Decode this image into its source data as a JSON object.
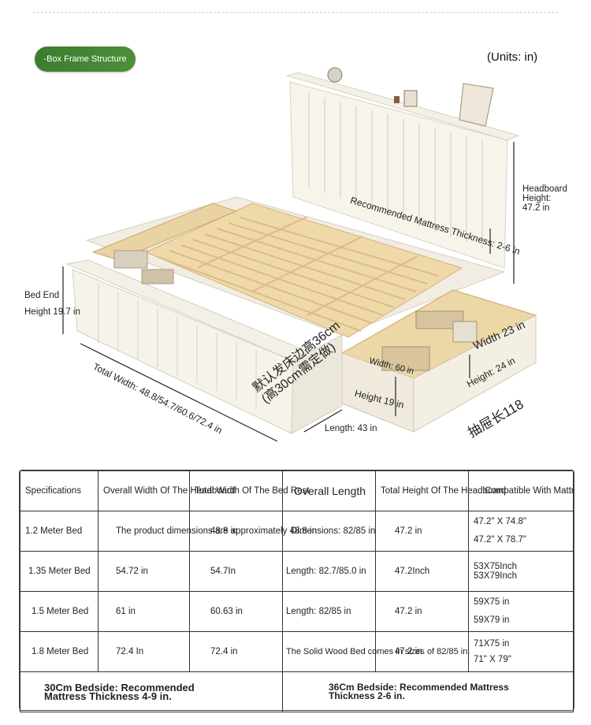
{
  "header": {
    "badge_label": "-Box Frame Structure",
    "units": "(Units: in)"
  },
  "figure": {
    "headboard_height": [
      "Headboard",
      "Height:",
      "47.2 in"
    ],
    "mattress_thickness": "Recommended Mattress Thickness: 2-6 in",
    "bed_end_height": [
      "Bed End",
      "Height 19.7 in"
    ],
    "total_width": "Total Width: 48.8/54.7/60.6/72.4 in",
    "default_bedside": [
      "默认发床边高36cm",
      "(高30cm需定做)"
    ],
    "drawer_width_outer": "Width 23 in",
    "drawer_width_inner": "Width: 60 in",
    "drawer_height_24": "Height: 24 in",
    "drawer_height_19": "Height 19 in",
    "drawer_length_118": "抽屉长118",
    "drawer_length": "Length: 43 in"
  },
  "table": {
    "headers": [
      "Specifications",
      "Overall Width Of The Headboard",
      "Total Width Of The Bed Rest",
      "Overall Length",
      "Total Height Of The Headboard",
      "Compatible With Mattress"
    ],
    "rows": [
      {
        "spec": "1.2 Meter Bed",
        "overall_width": "The product dimensions are approximately 48.8 in",
        "total_width": "48.8 in",
        "length": "Dimensions: 82/85 in",
        "height": "47.2 in",
        "mattress": [
          "47.2\" X 74.8\"",
          "47.2\" X 78.7\""
        ]
      },
      {
        "spec": "1.35 Meter Bed",
        "overall_width": "54.72 in",
        "total_width": "54.7In",
        "length": "Length: 82.7/85.0 in",
        "height": "47.2Inch",
        "mattress": [
          "53X75Inch",
          "53X79Inch"
        ]
      },
      {
        "spec": "1.5 Meter Bed",
        "overall_width": "61 in",
        "total_width": "60.63 in",
        "length": "Length: 82/85 in",
        "height": "47.2 in",
        "mattress": [
          "59X75 in",
          "59X79 in"
        ]
      },
      {
        "spec": "1.8 Meter Bed",
        "overall_width": "72.4 In",
        "total_width": "72.4 in",
        "length": "The Solid Wood Bed comes in sizes of 82/85 in.",
        "height": "47.2 in",
        "mattress": [
          "71X75 in",
          "71\" X 79\""
        ]
      }
    ],
    "footer_left": [
      "30Cm Bedside: Recommended",
      "Mattress Thickness 4-9 in."
    ],
    "footer_right": [
      "36Cm Bedside: Recommended Mattress",
      "Thickness 2-6 in."
    ]
  }
}
